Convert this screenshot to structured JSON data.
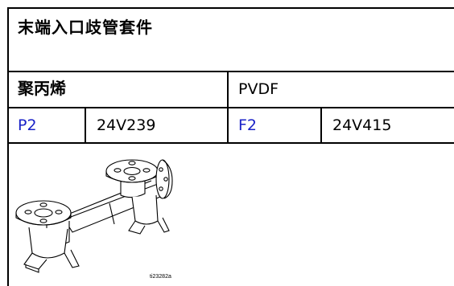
{
  "table": {
    "title": "末端入口歧管套件",
    "materials": [
      {
        "name": "聚丙烯",
        "code": "P2",
        "part": "24V239"
      },
      {
        "name": "PVDF",
        "code": "F2",
        "part": "24V415"
      }
    ]
  },
  "figure": {
    "label": "ti23282a",
    "icon": "manifold-kit-drawing"
  },
  "colors": {
    "link": "#1a22c8",
    "rule": "#000000"
  }
}
